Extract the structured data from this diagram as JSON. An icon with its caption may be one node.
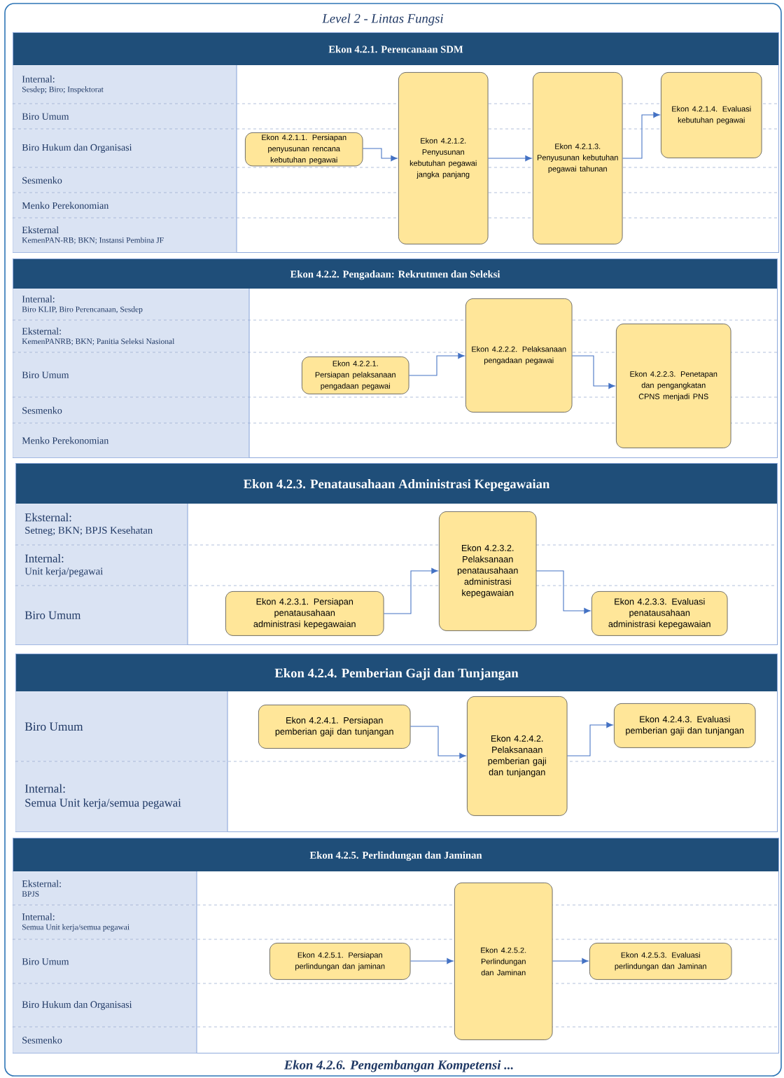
{
  "diagram": {
    "title": "Level 2 - Lintas Fungsi",
    "nodes": [
      {
        "text": [
          "Ekon 4.2.1. Perencanaan SDM"
        ]
      },
      {
        "text": [
          "Internal:",
          "Sesdep; Biro; Inspektorat"
        ],
        "in": 0
      },
      {
        "text": [
          "Biro Umum"
        ],
        "in": 0
      },
      {
        "text": [
          "Biro Hukum dan Organisasi"
        ],
        "in": 0
      },
      {
        "text": [
          "Sesmenko"
        ],
        "in": 0
      },
      {
        "text": [
          "Menko Perekonomian"
        ],
        "in": 0
      },
      {
        "text": [
          "Eksternal",
          "KemenPAN-RB; BKN; Instansi Pembina JF"
        ],
        "in": 0
      },
      {
        "text": [
          "Ekon 4.2.1.1. Persiapan penyusunan rencana kebutuhan pegawai"
        ],
        "in": 0
      },
      {
        "text": [
          "Ekon 4.2.1.2. Penyusunan kebutuhan pegawai jangka panjang"
        ],
        "in": 0
      },
      {
        "text": [
          "Ekon 4.2.1.3. Penyusunan kebutuhan pegawai tahunan"
        ],
        "in": 0
      },
      {
        "text": [
          "Ekon 4.2.1.4. Evaluasi kebutuhan pegawai"
        ],
        "in": 0
      },
      {
        "text": [
          "Ekon 4.2.2. Pengadaan: Rekrutmen dan Seleksi"
        ]
      },
      {
        "text": [
          "Internal:",
          "Biro KLIP, Biro Perencanaan, Sesdep"
        ],
        "in": 11
      },
      {
        "text": [
          "Eksternal:",
          "KemenPANRB; BKN; Panitia Seleksi Nasional"
        ],
        "in": 11
      },
      {
        "text": [
          "Biro Umum"
        ],
        "in": 11
      },
      {
        "text": [
          "Sesmenko"
        ],
        "in": 11
      },
      {
        "text": [
          "Menko Perekonomian"
        ],
        "in": 11
      },
      {
        "text": [
          "Ekon 4.2.2.1. Persiapan pelaksanaan pengadaan pegawai"
        ],
        "in": 11
      },
      {
        "text": [
          "Ekon 4.2.2.2. Pelaksanaan pengadaan pegawai"
        ],
        "in": 11
      },
      {
        "text": [
          "Ekon 4.2.2.3. Penetapan dan pengangkatan CPNS menjadi PNS"
        ],
        "in": 11
      },
      {
        "text": [
          "Ekon 4.2.3. Penatausahaan Administrasi Kepegawaian"
        ]
      },
      {
        "text": [
          "Eksternal:",
          "Setneg; BKN; BPJS Kesehatan"
        ],
        "in": 20
      },
      {
        "text": [
          "Internal:",
          "Unit kerja/pegawai"
        ],
        "in": 20
      },
      {
        "text": [
          "Biro Umum"
        ],
        "in": 20
      },
      {
        "text": [
          "Ekon 4.2.3.1. Persiapan penatausahaan administrasi kepegawaian"
        ],
        "in": 20
      },
      {
        "text": [
          "Ekon 4.2.3.2. Pelaksanaan penatausahaan administrasi kepegawaian"
        ],
        "in": 20
      },
      {
        "text": [
          "Ekon 4.2.3.3. Evaluasi penatausahaan administrasi kepegawaian"
        ],
        "in": 20
      },
      {
        "text": [
          "Ekon 4.2.4. Pemberian Gaji dan Tunjangan"
        ]
      },
      {
        "text": [
          "Biro Umum"
        ],
        "in": 27
      },
      {
        "text": [
          "Internal:",
          "Semua Unit kerja/semua pegawai"
        ],
        "in": 27
      },
      {
        "text": [
          "Ekon 4.2.4.1. Persiapan pemberian gaji dan tunjangan"
        ],
        "in": 27
      },
      {
        "text": [
          "Ekon 4.2.4.2. Pelaksanaan pemberian gaji dan tunjangan"
        ],
        "in": 27
      },
      {
        "text": [
          "Ekon 4.2.4.3. Evaluasi pemberian gaji dan tunjangan"
        ],
        "in": 27
      },
      {
        "text": [
          "Ekon 4.2.5. Perlindungan dan Jaminan"
        ]
      },
      {
        "text": [
          "Eksternal:",
          "BPJS"
        ],
        "in": 33
      },
      {
        "text": [
          "Internal:",
          "Semua Unit kerja/semua pegawai"
        ],
        "in": 33
      },
      {
        "text": [
          "Biro Umum"
        ],
        "in": 33
      },
      {
        "text": [
          "Biro Hukum dan Organisasi"
        ],
        "in": 33
      },
      {
        "text": [
          "Sesmenko"
        ],
        "in": 33
      },
      {
        "text": [
          "Ekon 4.2.5.1. Persiapan perlindungan dan jaminan"
        ],
        "in": 33
      },
      {
        "text": [
          "Ekon 4.2.5.2. Perlindungan dan Jaminan"
        ],
        "in": 33
      },
      {
        "text": [
          "Ekon 4.2.5.3. Evaluasi perlindungan dan Jaminan"
        ],
        "in": 33
      }
    ],
    "edges": [
      {
        "from": 7,
        "to": 8,
        "arrow": "to"
      },
      {
        "from": 8,
        "to": 9,
        "arrow": "to"
      },
      {
        "from": 9,
        "to": 10,
        "arrow": "to"
      },
      {
        "from": 17,
        "to": 18,
        "arrow": "to"
      },
      {
        "from": 18,
        "to": 19,
        "arrow": "to"
      },
      {
        "from": 24,
        "to": 25,
        "arrow": "to"
      },
      {
        "from": 25,
        "to": 26,
        "arrow": "to"
      },
      {
        "from": 30,
        "to": 31,
        "arrow": "to"
      },
      {
        "from": 31,
        "to": 32,
        "arrow": "to"
      },
      {
        "from": 39,
        "to": 40,
        "arrow": "to"
      },
      {
        "from": 40,
        "to": 41,
        "arrow": "to"
      }
    ],
    "labels": [
      "Ekon 4.2.6. Pengembangan Kompetensi ..."
    ]
  }
}
